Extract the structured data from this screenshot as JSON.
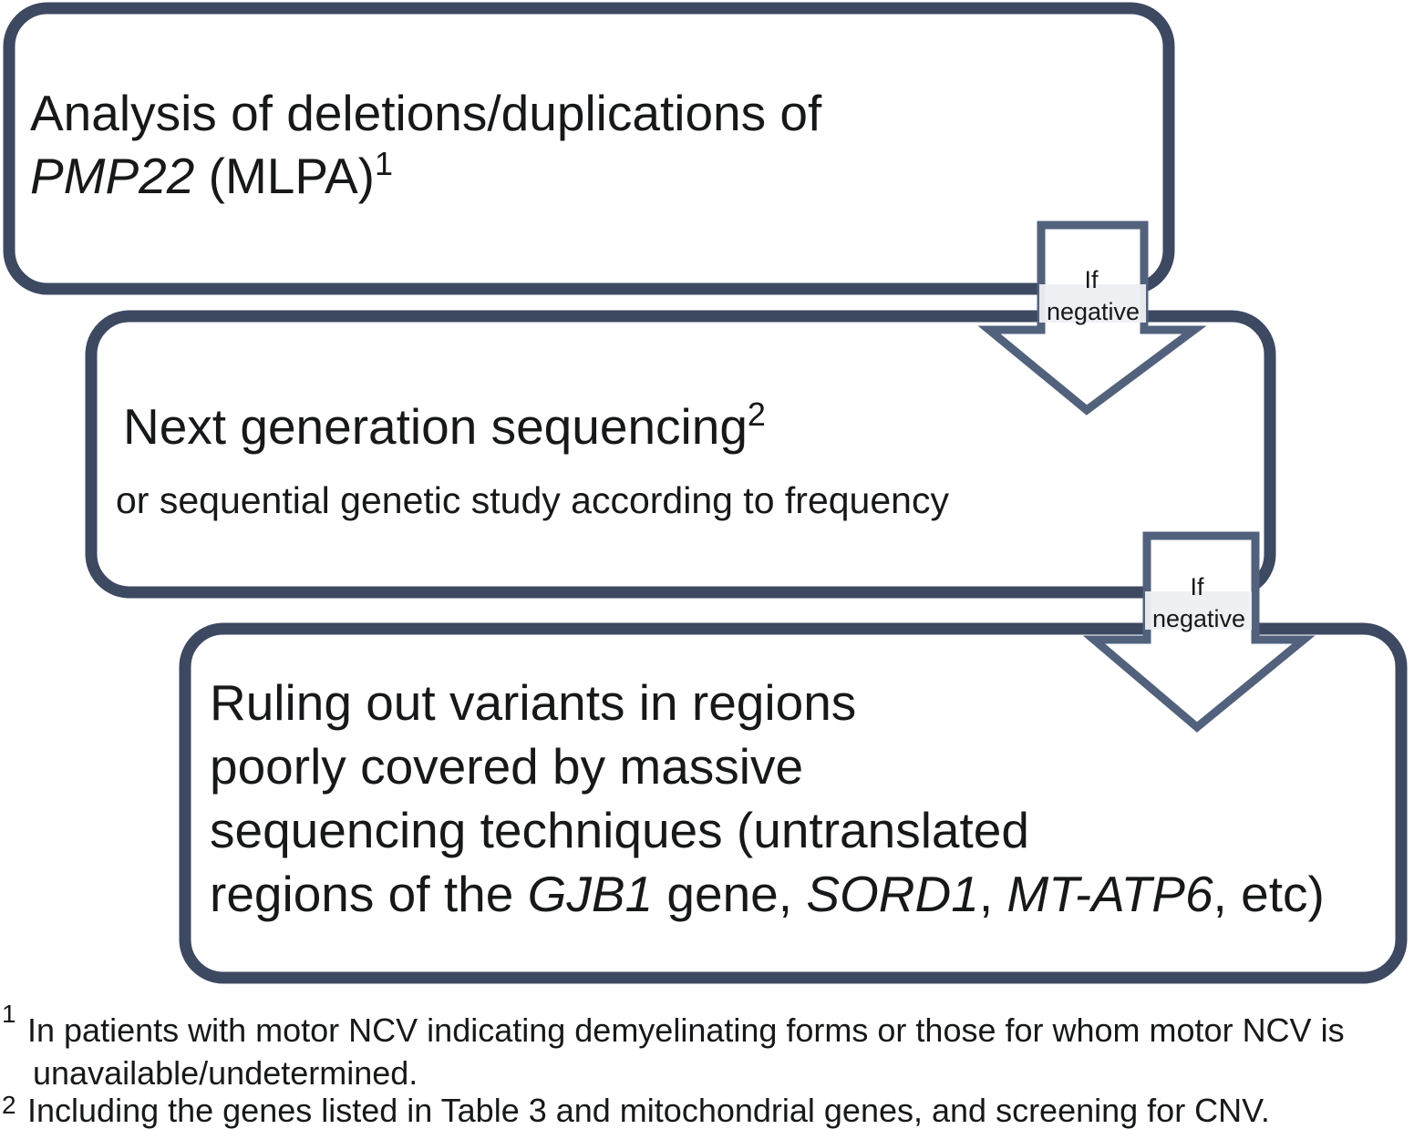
{
  "colors": {
    "box_border": "#3d4961",
    "arrow_border": "#52627c",
    "label_band": "#edeff3",
    "text": "#161819",
    "background": "#ffffff"
  },
  "boxes": {
    "box1": {
      "line1": "Analysis of deletions/duplications of",
      "line2_gene": "PMP22",
      "line2_rest": " (MLPA)",
      "line2_superscript": "1"
    },
    "box2": {
      "title": "Next generation sequencing",
      "title_superscript": "2",
      "subtitle": "or sequential genetic study according to frequency"
    },
    "box3": {
      "line1": "Ruling out variants in regions",
      "line2": "poorly covered by massive",
      "line3": "sequencing techniques (untranslated",
      "line4_pre": "regions of the ",
      "line4_gene1": "GJB1",
      "line4_mid1": " gene, ",
      "line4_gene2": "SORD1",
      "line4_mid2": ", ",
      "line4_gene3": "MT-ATP6",
      "line4_post": ", etc)"
    }
  },
  "arrows": {
    "arrow1": {
      "label_line1": "If",
      "label_line2": "negative"
    },
    "arrow2": {
      "label_line1": "If",
      "label_line2": "negative"
    }
  },
  "footnotes": {
    "fn1": {
      "marker": "1",
      "line1": "In patients with motor NCV indicating demyelinating forms or those for whom motor NCV is",
      "line2": "unavailable/undetermined."
    },
    "fn2": {
      "marker": "2",
      "text": "Including the genes listed in Table 3 and mitochondrial genes, and screening for CNV."
    }
  }
}
